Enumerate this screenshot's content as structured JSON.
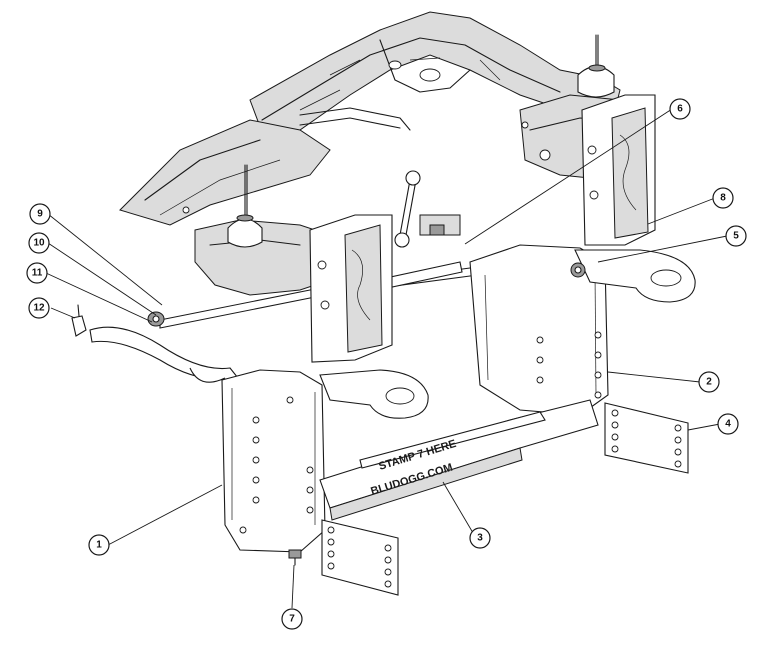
{
  "diagram": {
    "brand_text_main": "BLUDOGG.COM",
    "brand_text_small": "STAMP 7 HERE",
    "callouts": [
      {
        "id": "callout-1",
        "label": "1"
      },
      {
        "id": "callout-2",
        "label": "2"
      },
      {
        "id": "callout-3",
        "label": "3"
      },
      {
        "id": "callout-4",
        "label": "4"
      },
      {
        "id": "callout-5",
        "label": "5"
      },
      {
        "id": "callout-6",
        "label": "6"
      },
      {
        "id": "callout-7",
        "label": "7"
      },
      {
        "id": "callout-8",
        "label": "8"
      },
      {
        "id": "callout-9",
        "label": "9"
      },
      {
        "id": "callout-10",
        "label": "10"
      },
      {
        "id": "callout-11",
        "label": "11"
      },
      {
        "id": "callout-12",
        "label": "12"
      }
    ]
  }
}
